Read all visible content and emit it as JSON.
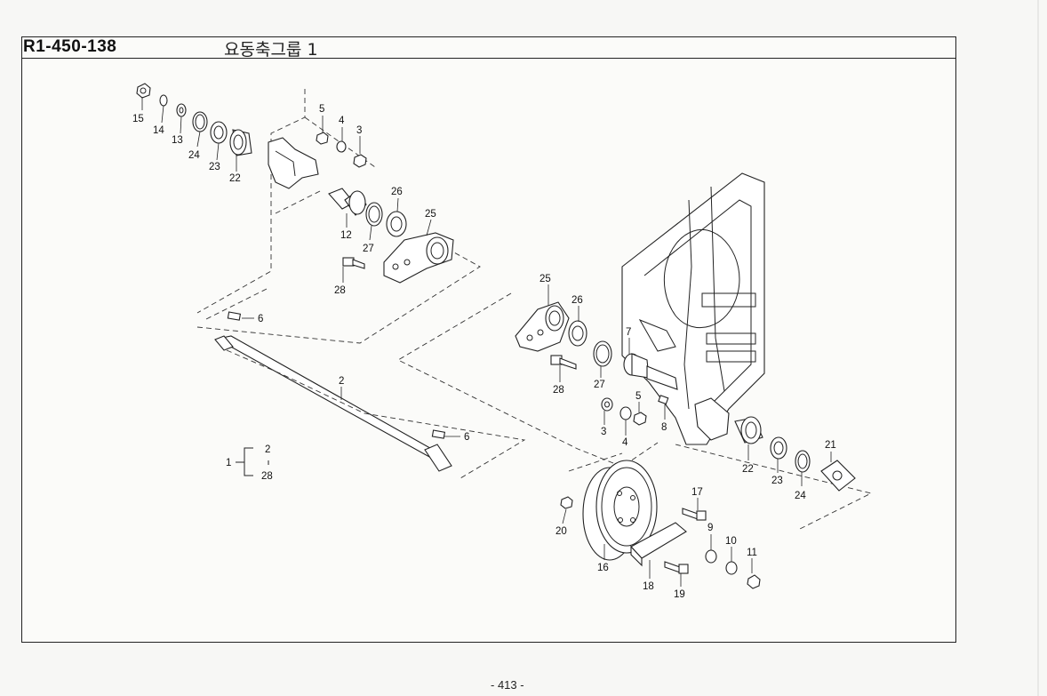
{
  "header": {
    "code": "R1-450-138",
    "title": "요동축그룹 1"
  },
  "footer": {
    "page_number": "- 413 -"
  },
  "callouts": {
    "c15": "15",
    "c14": "14",
    "c13": "13",
    "c24a": "24",
    "c23a": "23",
    "c22a": "22",
    "c5a": "5",
    "c4a": "4",
    "c3a": "3",
    "c26a": "26",
    "c25a": "25",
    "c12": "12",
    "c27a": "27",
    "c28a": "28",
    "c6a": "6",
    "c2": "2",
    "c6b": "6",
    "assy_1": "1",
    "assy_2": "2",
    "assy_28": "28",
    "c25b": "25",
    "c26b": "26",
    "c7": "7",
    "c28b": "28",
    "c27b": "27",
    "c5b": "5",
    "c3b": "3",
    "c4b": "4",
    "c8": "8",
    "c22b": "22",
    "c23b": "23",
    "c24b": "24",
    "c21": "21",
    "c17": "17",
    "c20": "20",
    "c9": "9",
    "c10": "10",
    "c11": "11",
    "c16": "16",
    "c18": "18",
    "c19": "19"
  }
}
